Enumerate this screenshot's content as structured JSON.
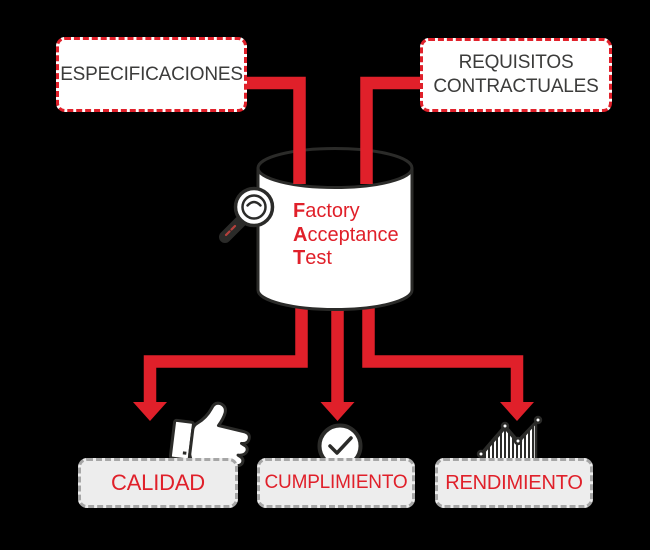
{
  "diagram": {
    "title": "Factory Acceptance Test",
    "colors": {
      "background": "#000000",
      "accent_red": "#e0202a",
      "outline_dark": "#2b2b29",
      "input_box_bg": "#ffffff",
      "input_box_border": "#e0202a",
      "input_text": "#3c3c3b",
      "output_box_bg": "#ededed",
      "output_box_border": "#a6a6a6",
      "output_text": "#e0202a"
    },
    "inputs": [
      {
        "label": "ESPECIFICACIONES"
      },
      {
        "label": "REQUISITOS CONTRACTUALES"
      }
    ],
    "center": {
      "icon": "magnifier-icon",
      "lines": [
        {
          "initial": "F",
          "rest": "actory"
        },
        {
          "initial": "A",
          "rest": "cceptance"
        },
        {
          "initial": "T",
          "rest": "est"
        }
      ]
    },
    "outputs": [
      {
        "label": "CALIDAD",
        "icon": "thumbs-up-icon"
      },
      {
        "label": "CUMPLIMIENTO",
        "icon": "check-circle-icon"
      },
      {
        "label": "RENDIMIENTO",
        "icon": "performance-chart-icon"
      }
    ]
  }
}
